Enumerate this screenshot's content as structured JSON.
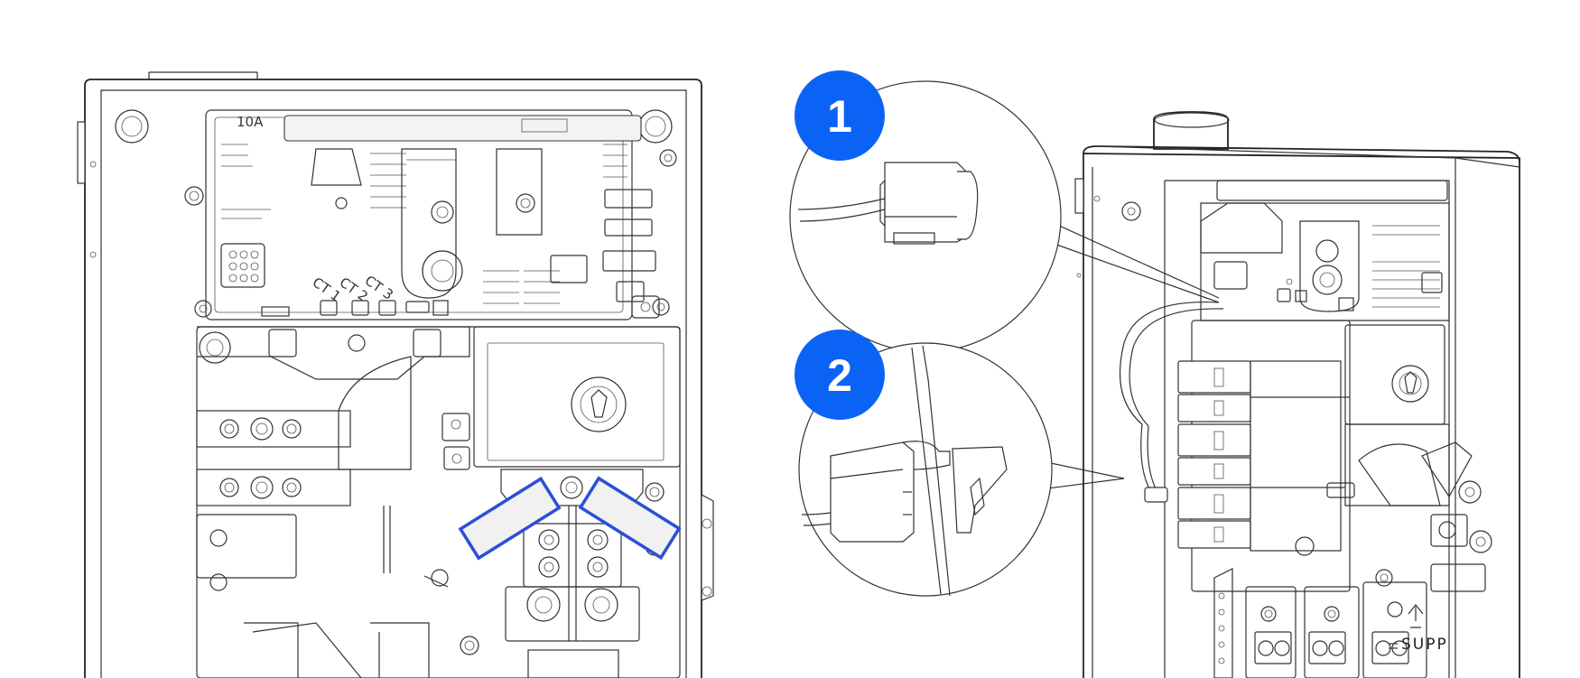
{
  "colors": {
    "badge_blue": "#0b63f6",
    "highlight_blue": "#2b4fd6",
    "highlight_fill": "#f1f1f1",
    "line": "#333333"
  },
  "left_panel": {
    "ct_labels": [
      "CT 1",
      "CT 2",
      "CT 3"
    ],
    "small_mark": "10A"
  },
  "callouts": [
    {
      "number": "1"
    },
    {
      "number": "2"
    }
  ],
  "right_panel": {
    "supply_label": "SUPP",
    "arrow_icon": "up-arrow-icon"
  }
}
